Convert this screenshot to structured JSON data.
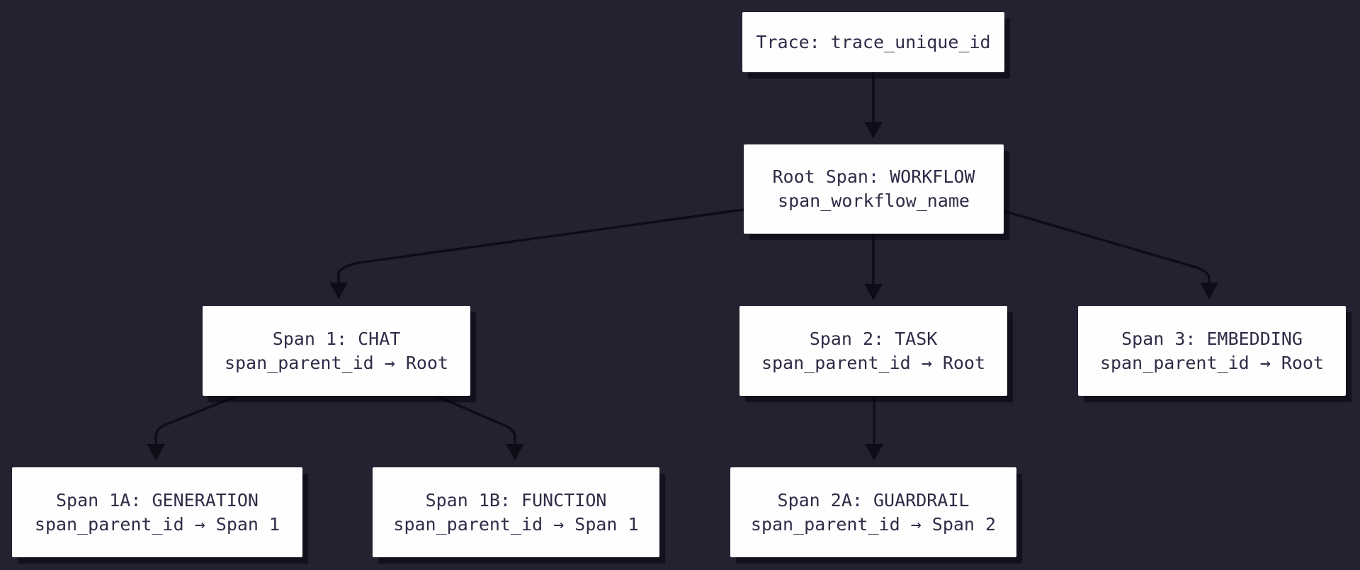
{
  "diagram": {
    "type": "flowchart",
    "description": "Trace and span hierarchy tree",
    "colors": {
      "background": "#232231",
      "node_fill": "#fefefe",
      "node_text": "#2f2c47",
      "edge": "#0e0c17",
      "node_shadow": "rgba(4,4,12,0.55)"
    },
    "nodes": {
      "trace": {
        "line1": "Trace: trace_unique_id",
        "line2": ""
      },
      "root": {
        "line1": "Root Span: WORKFLOW",
        "line2": "span_workflow_name"
      },
      "span1": {
        "line1": "Span 1: CHAT",
        "line2": "span_parent_id → Root"
      },
      "span2": {
        "line1": "Span 2: TASK",
        "line2": "span_parent_id → Root"
      },
      "span3": {
        "line1": "Span 3: EMBEDDING",
        "line2": "span_parent_id → Root"
      },
      "span1a": {
        "line1": "Span 1A: GENERATION",
        "line2": "span_parent_id → Span 1"
      },
      "span1b": {
        "line1": "Span 1B: FUNCTION",
        "line2": "span_parent_id → Span 1"
      },
      "span2a": {
        "line1": "Span 2A: GUARDRAIL",
        "line2": "span_parent_id → Span 2"
      }
    },
    "edges": [
      {
        "from": "trace",
        "to": "root"
      },
      {
        "from": "root",
        "to": "span1"
      },
      {
        "from": "root",
        "to": "span2"
      },
      {
        "from": "root",
        "to": "span3"
      },
      {
        "from": "span1",
        "to": "span1a"
      },
      {
        "from": "span1",
        "to": "span1b"
      },
      {
        "from": "span2",
        "to": "span2a"
      }
    ]
  }
}
